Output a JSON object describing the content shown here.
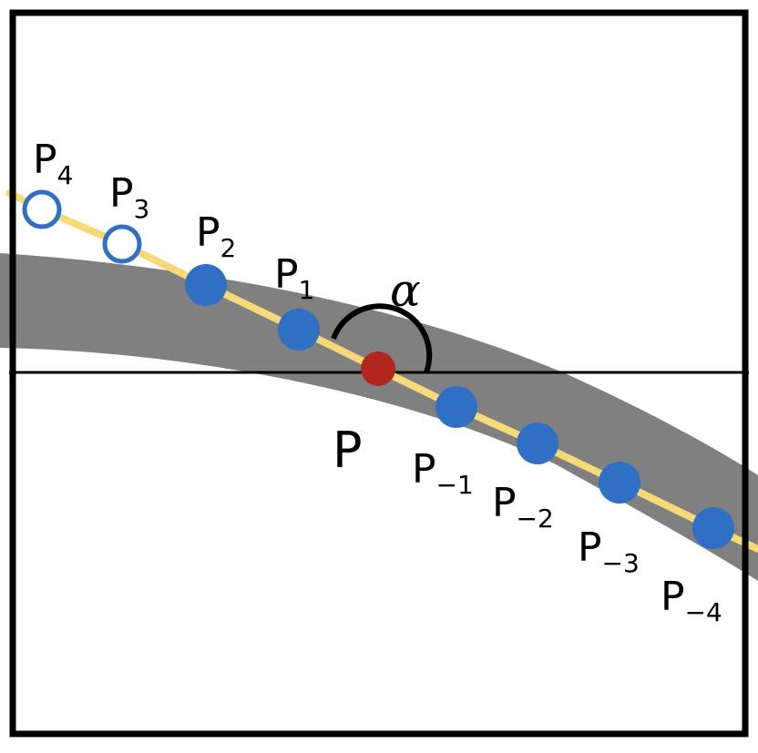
{
  "colors": {
    "frame": "#000000",
    "band": "#808080",
    "trajectory": "#F8D978",
    "point_fill": "#2F6FC4",
    "point_ring": "#2F6FC4",
    "center_point": "#B3261E"
  },
  "labels": {
    "center": "P",
    "angle": "α",
    "points": [
      {
        "id": "p4",
        "base": "P",
        "sub": "4"
      },
      {
        "id": "p3",
        "base": "P",
        "sub": "3"
      },
      {
        "id": "p2",
        "base": "P",
        "sub": "2"
      },
      {
        "id": "p1",
        "base": "P",
        "sub": "1"
      },
      {
        "id": "pm1",
        "base": "P",
        "sub": "−1"
      },
      {
        "id": "pm2",
        "base": "P",
        "sub": "−2"
      },
      {
        "id": "pm3",
        "base": "P",
        "sub": "−3"
      },
      {
        "id": "pm4",
        "base": "P",
        "sub": "−4"
      }
    ]
  },
  "point_styles": {
    "p4": "hollow",
    "p3": "hollow",
    "p2": "filled",
    "p1": "filled",
    "pm1": "filled",
    "pm2": "filled",
    "pm3": "filled",
    "pm4": "filled"
  }
}
